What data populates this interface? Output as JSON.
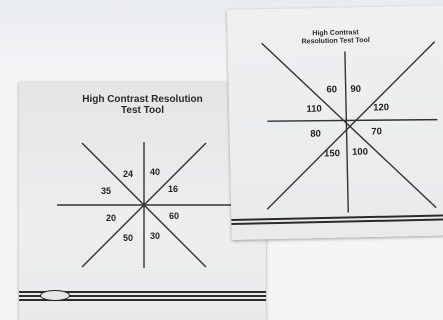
{
  "scene": {
    "background": "#f4f5f6"
  },
  "left_card": {
    "title": "High Contrast Resolution\nTest Tool",
    "labels": [
      "24",
      "40",
      "35",
      "16",
      "20",
      "60",
      "50",
      "30"
    ],
    "logo_icon": "oval-logo-icon"
  },
  "right_card": {
    "title": "High Contrast\nResolution Test Tool",
    "labels": [
      "60",
      "90",
      "110",
      "120",
      "80",
      "70",
      "150",
      "100"
    ]
  },
  "colors": {
    "ink": "#222222",
    "paper": "#ecedee"
  }
}
